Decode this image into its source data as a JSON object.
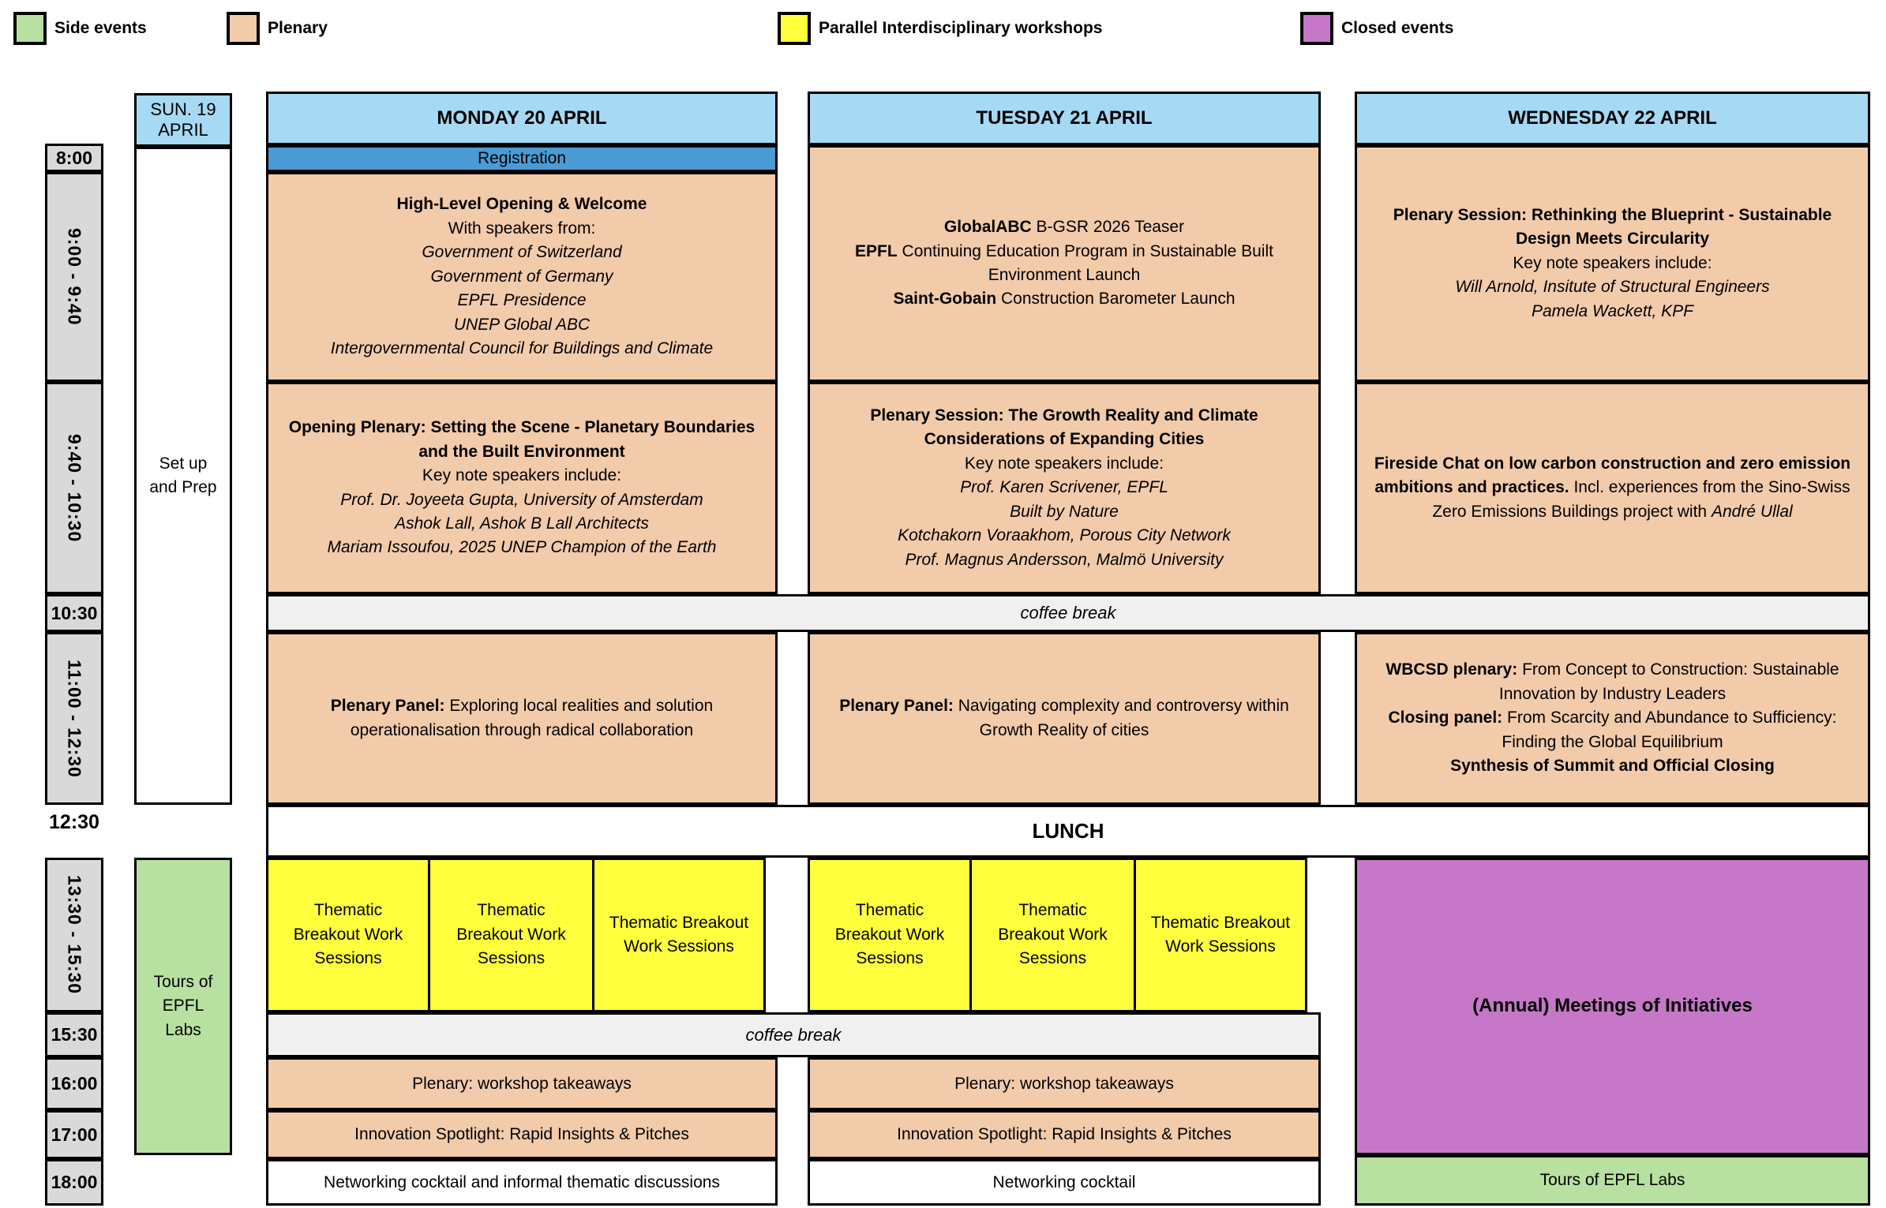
{
  "legend": {
    "items": [
      {
        "label": "Side events",
        "color": "#b8e0a1"
      },
      {
        "label": "Plenary",
        "color": "#f2cbab"
      },
      {
        "label": "Parallel Interdisciplinary workshops",
        "color": "#ffff3d"
      },
      {
        "label": "Closed events",
        "color": "#c777c7"
      }
    ]
  },
  "colors": {
    "header_blue": "#a6d9f3",
    "registration_blue": "#4a9bd5",
    "plenary_peach": "#f2cbab",
    "workshops_yellow": "#ffff3d",
    "side_events_green": "#b8e0a1",
    "closed_events_purple": "#c777c7",
    "break_gray": "#f0f0f0",
    "time_gray": "#d9d9d9"
  },
  "times": {
    "t0800": "8:00",
    "t0900_0940": "9:00 - 9:40",
    "t0940_1030": "9:40 - 10:30",
    "t1030": "10:30",
    "t1100_1230": "11:00 - 12:30",
    "t1230": "12:30",
    "t1330_1530": "13:30 - 15:30",
    "t1530": "15:30",
    "t1600": "16:00",
    "t1700": "17:00",
    "t1800": "18:00"
  },
  "bands": {
    "coffee1": "coffee break",
    "lunch": "LUNCH",
    "coffee2": "coffee break"
  },
  "sunday": {
    "header_line1": "SUN. 19",
    "header_line2": "APRIL",
    "setup": "Set up and Prep",
    "tours": "Tours of EPFL Labs"
  },
  "monday": {
    "header": "MONDAY 20 APRIL",
    "registration": "Registration",
    "opening": {
      "title": "High-Level Opening & Welcome",
      "intro": "With speakers from:",
      "speakers": [
        "Government of Switzerland",
        "Government of Germany",
        "EPFL Presidence",
        "UNEP Global ABC",
        "Intergovernmental Council for Buildings and Climate"
      ]
    },
    "plenary1": {
      "title": "Opening Plenary: Setting the Scene - Planetary Boundaries and the Built Environment",
      "intro": "Key note speakers include:",
      "speakers": [
        "Prof. Dr. Joyeeta Gupta, University of Amsterdam",
        "Ashok Lall, Ashok B Lall Architects",
        "Mariam Issoufou, 2025 UNEP Champion of the Earth"
      ]
    },
    "panel": {
      "bold": "Plenary Panel:",
      "rest": " Exploring local realities and solution operationalisation through radical collaboration"
    },
    "workshops": [
      "Thematic Breakout Work Sessions",
      "Thematic Breakout Work Sessions",
      "Thematic Breakout Work Sessions"
    ],
    "takeaways": "Plenary: workshop takeaways",
    "spotlight": "Innovation Spotlight: Rapid Insights & Pitches",
    "networking": "Networking cocktail and informal thematic discussions"
  },
  "tuesday": {
    "header": "TUESDAY 21 APRIL",
    "launches": {
      "lines": [
        {
          "bold": "GlobalABC",
          "rest": " B-GSR 2026 Teaser"
        },
        {
          "bold": "EPFL",
          "rest": " Continuing Education Program in Sustainable Built Environment Launch"
        },
        {
          "bold": "Saint-Gobain",
          "rest": " Construction Barometer Launch"
        }
      ]
    },
    "plenary1": {
      "title": "Plenary Session: The Growth Reality and Climate Considerations of Expanding Cities",
      "intro": "Key note speakers include:",
      "speakers": [
        "Prof. Karen Scrivener, EPFL",
        "Built by Nature",
        "Kotchakorn Voraakhom, Porous City Network",
        "Prof. Magnus Andersson, Malmö University"
      ]
    },
    "panel": {
      "bold": "Plenary Panel:",
      "rest": " Navigating complexity and controversy within Growth Reality of cities"
    },
    "workshops": [
      "Thematic Breakout Work Sessions",
      "Thematic Breakout Work Sessions",
      "Thematic Breakout Work Sessions"
    ],
    "takeaways": "Plenary: workshop takeaways",
    "spotlight": "Innovation Spotlight: Rapid Insights & Pitches",
    "networking": "Networking cocktail"
  },
  "wednesday": {
    "header": "WEDNESDAY 22 APRIL",
    "plenary1": {
      "title": "Plenary Session: Rethinking the Blueprint - Sustainable Design Meets Circularity",
      "intro": "Key note speakers include:",
      "speakers": [
        "Will Arnold, Insitute of Structural Engineers",
        "Pamela Wackett, KPF"
      ]
    },
    "fireside": {
      "bold": "Fireside Chat on low carbon construction and zero emission ambitions and practices.",
      "rest": " Incl. experiences from the Sino-Swiss Zero Emissions Buildings project with ",
      "italic": "André Ullal"
    },
    "closing": {
      "lines": [
        {
          "bold": "WBCSD plenary:",
          "rest": " From Concept to Construction: Sustainable Innovation by Industry Leaders"
        },
        {
          "bold": "Closing panel:",
          "rest": " From Scarcity and Abundance to Sufficiency: Finding the Global Equilibrium"
        },
        {
          "bold": "Synthesis of Summit and Official Closing",
          "rest": ""
        }
      ]
    },
    "meetings": "(Annual) Meetings of Initiatives",
    "tours": "Tours of EPFL Labs"
  }
}
